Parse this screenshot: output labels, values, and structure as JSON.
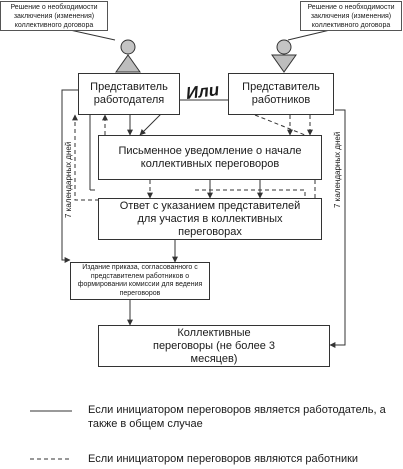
{
  "notes": {
    "employer_note": "Решение о необходимости заключения (изменения) коллективного договора",
    "workers_note": "Решение о необходимости заключения (изменения) коллективного договора"
  },
  "boxes": {
    "employer_rep": "Представитель работодателя",
    "or_label": "Или",
    "workers_rep": "Представитель работников",
    "written_notice": "Письменное уведомление о начале коллективных переговоров",
    "reply": "Ответ с указанием представителей для участия в коллективных переговорах",
    "order": "Издание приказа, согласованного с представителем работников о формировании комиссии для ведения переговоров",
    "negotiations": "Коллективные переговоры (не более 3 месяцев)"
  },
  "side_labels": {
    "left_days": "7 календарных дней",
    "right_days": "7 календарных дней"
  },
  "legend": {
    "solid": "Если инициатором переговоров является работодатель, а также в общем случае",
    "dashed": "Если инициатором переговоров являются работники"
  },
  "colors": {
    "stroke": "#333333",
    "figure_fill": "#bdbdbd"
  }
}
